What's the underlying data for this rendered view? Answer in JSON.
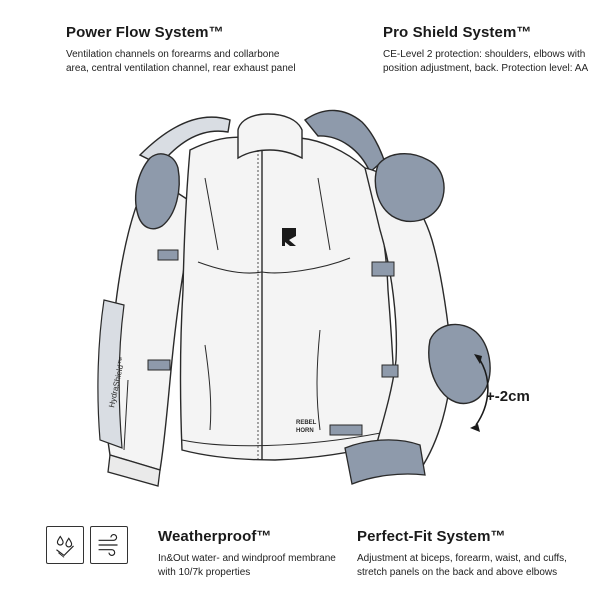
{
  "features": {
    "power_flow": {
      "title": "Power Flow System™",
      "description": "Ventilation channels on forearms and collarbone area, central ventilation channel, rear exhaust panel"
    },
    "pro_shield": {
      "title": "Pro Shield System™",
      "description": "CE-Level 2 protection: shoulders, elbows with position adjustment, back. Protection level: AA"
    },
    "weatherproof": {
      "title": "Weatherproof™",
      "description": "In&Out water- and windproof membrane with 10/7k properties"
    },
    "perfect_fit": {
      "title": "Perfect-Fit System™",
      "description": "Adjustment at biceps, forearm, waist, and cuffs, stretch panels on the back and above elbows"
    }
  },
  "illustration": {
    "adjustment_label": "+-2cm",
    "sleeve_label": "HydraShield™",
    "badge_line1": "REBEL",
    "badge_line2": "HORN",
    "protector_color": "#8e9aab",
    "jacket_fill": "#f4f4f4",
    "back_panel_color": "#d9dde3",
    "outline_color": "#2a2a2a"
  },
  "icons": {
    "water": "water-drops-icon",
    "wind": "wind-icon"
  }
}
